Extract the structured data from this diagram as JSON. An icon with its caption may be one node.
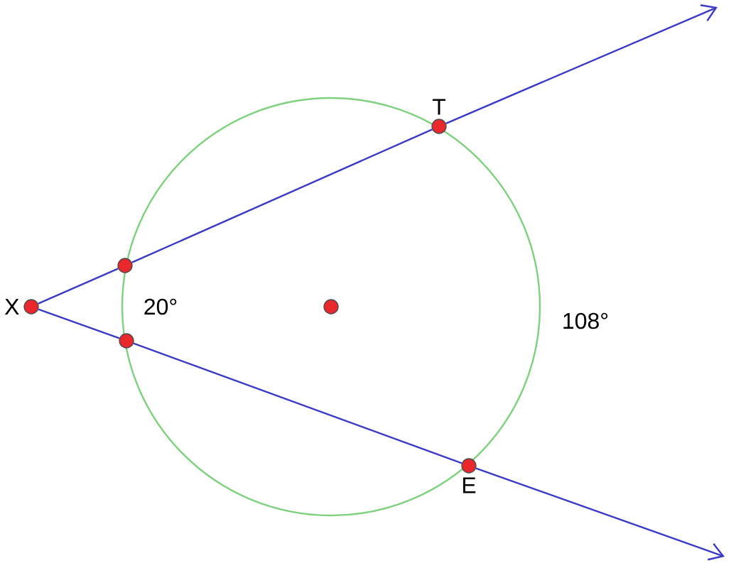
{
  "diagram": {
    "nodes": [
      {
        "text": [
          "X"
        ]
      },
      {
        "text": [],
        "shape": "circle"
      },
      {
        "text": [
          "T"
        ]
      },
      {
        "text": [],
        "shape": "circle"
      },
      {
        "text": [
          "E"
        ]
      },
      {
        "text": [],
        "shape": "circle"
      }
    ],
    "edges": [
      {
        "from": 0,
        "to": 1,
        "arrow": "none"
      },
      {
        "from": 1,
        "to": 2,
        "arrow": "none"
      },
      {
        "from": 2,
        "to": null,
        "arrow": "to"
      },
      {
        "from": 0,
        "to": 3,
        "arrow": "none"
      },
      {
        "from": 3,
        "to": 4,
        "arrow": "none"
      },
      {
        "from": 4,
        "to": null,
        "arrow": "to"
      }
    ],
    "labels": [
      "20°",
      "108°"
    ]
  }
}
